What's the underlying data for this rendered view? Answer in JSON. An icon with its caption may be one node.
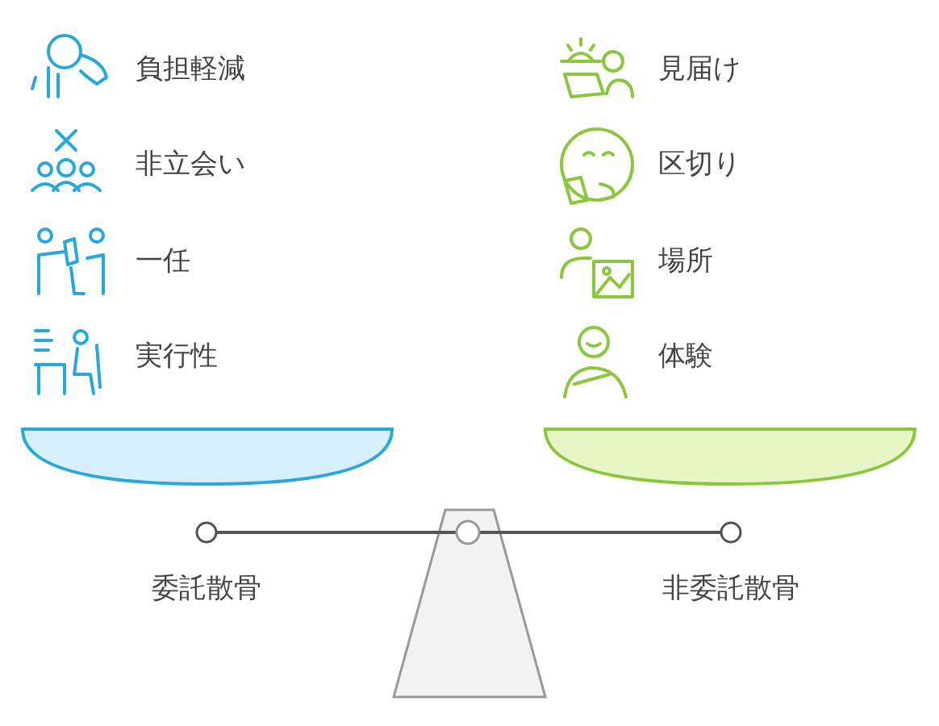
{
  "diagram": {
    "labels": [
      "負担軽減",
      "非立会い",
      "一任",
      "実行性",
      "見届け",
      "区切り",
      "場所",
      "体験",
      "委託散骨",
      "非委託散骨"
    ]
  }
}
